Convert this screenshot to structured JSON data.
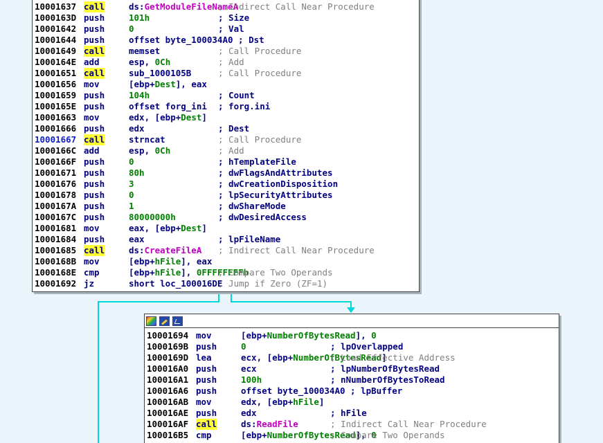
{
  "colors": {
    "background": "#eaf6fb",
    "address": "#000000",
    "xref_address": "#1020c0",
    "mnemonic": "#000080",
    "call_highlight": "#ffff33",
    "api_name": "#c000c0",
    "number": "#008000",
    "stack_var": "#008000",
    "comment": "#808080",
    "edge": "#00d8d8"
  },
  "block1": {
    "lines": [
      {
        "addr": "10001637",
        "mn": "call",
        "op": "ds:GetModuleFileNameA",
        "cmt": "; Indirect Call Near Procedure",
        "cmt_gray": true
      },
      {
        "addr": "1000163D",
        "mn": "push",
        "op": "101h",
        "cmt": "; Size",
        "cmt_gray": false
      },
      {
        "addr": "10001642",
        "mn": "push",
        "op": "0",
        "cmt": "; Val",
        "cmt_gray": false
      },
      {
        "addr": "10001644",
        "mn": "push",
        "op": "offset byte_100034A0 ; Dst",
        "cmt": "",
        "cmt_gray": false
      },
      {
        "addr": "10001649",
        "mn": "call",
        "op": "memset",
        "cmt": "; Call Procedure",
        "cmt_gray": true
      },
      {
        "addr": "1000164E",
        "mn": "add",
        "op": "esp, 0Ch",
        "cmt": "; Add",
        "cmt_gray": true
      },
      {
        "addr": "10001651",
        "mn": "call",
        "op": "sub_1000105B",
        "cmt": "; Call Procedure",
        "cmt_gray": true
      },
      {
        "addr": "10001656",
        "mn": "mov",
        "op": "[ebp+Dest], eax",
        "cmt": "",
        "cmt_gray": false
      },
      {
        "addr": "10001659",
        "mn": "push",
        "op": "104h",
        "cmt": "; Count",
        "cmt_gray": false
      },
      {
        "addr": "1000165E",
        "mn": "push",
        "op": "offset forg_ini",
        "cmt": "; forg.ini",
        "cmt_gray": false
      },
      {
        "addr": "10001663",
        "mn": "mov",
        "op": "edx, [ebp+Dest]",
        "cmt": "",
        "cmt_gray": false
      },
      {
        "addr": "10001666",
        "mn": "push",
        "op": "edx",
        "cmt": "; Dest",
        "cmt_gray": false
      },
      {
        "addr": "10001667",
        "mn": "call",
        "op": "strncat",
        "cmt": "; Call Procedure",
        "cmt_gray": true,
        "xref": true
      },
      {
        "addr": "1000166C",
        "mn": "add",
        "op": "esp, 0Ch",
        "cmt": "; Add",
        "cmt_gray": true
      },
      {
        "addr": "1000166F",
        "mn": "push",
        "op": "0",
        "cmt": "; hTemplateFile",
        "cmt_gray": false
      },
      {
        "addr": "10001671",
        "mn": "push",
        "op": "80h",
        "cmt": "; dwFlagsAndAttributes",
        "cmt_gray": false
      },
      {
        "addr": "10001676",
        "mn": "push",
        "op": "3",
        "cmt": "; dwCreationDisposition",
        "cmt_gray": false
      },
      {
        "addr": "10001678",
        "mn": "push",
        "op": "0",
        "cmt": "; lpSecurityAttributes",
        "cmt_gray": false
      },
      {
        "addr": "1000167A",
        "mn": "push",
        "op": "1",
        "cmt": "; dwShareMode",
        "cmt_gray": false
      },
      {
        "addr": "1000167C",
        "mn": "push",
        "op": "80000000h",
        "cmt": "; dwDesiredAccess",
        "cmt_gray": false
      },
      {
        "addr": "10001681",
        "mn": "mov",
        "op": "eax, [ebp+Dest]",
        "cmt": "",
        "cmt_gray": false
      },
      {
        "addr": "10001684",
        "mn": "push",
        "op": "eax",
        "cmt": "; lpFileName",
        "cmt_gray": false
      },
      {
        "addr": "10001685",
        "mn": "call",
        "op": "ds:CreateFileA",
        "cmt": "; Indirect Call Near Procedure",
        "cmt_gray": true
      },
      {
        "addr": "1000168B",
        "mn": "mov",
        "op": "[ebp+hFile], eax",
        "cmt": "",
        "cmt_gray": false
      },
      {
        "addr": "1000168E",
        "mn": "cmp",
        "op": "[ebp+hFile], 0FFFFFFFFh",
        "cmt": "; Compare Two Operands",
        "cmt_gray": true
      },
      {
        "addr": "10001692",
        "mn": "jz",
        "op": "short loc_100016DE",
        "cmt": "; Jump if Zero (ZF=1)",
        "cmt_gray": true
      }
    ]
  },
  "block2": {
    "lines": [
      {
        "addr": "10001694",
        "mn": "mov",
        "op": "[ebp+NumberOfBytesRead], 0",
        "cmt": "",
        "cmt_gray": false
      },
      {
        "addr": "1000169B",
        "mn": "push",
        "op": "0",
        "cmt": "; lpOverlapped",
        "cmt_gray": false
      },
      {
        "addr": "1000169D",
        "mn": "lea",
        "op": "ecx, [ebp+NumberOfBytesRead]",
        "cmt": "; Load Effective Address",
        "cmt_gray": true
      },
      {
        "addr": "100016A0",
        "mn": "push",
        "op": "ecx",
        "cmt": "; lpNumberOfBytesRead",
        "cmt_gray": false
      },
      {
        "addr": "100016A1",
        "mn": "push",
        "op": "100h",
        "cmt": "; nNumberOfBytesToRead",
        "cmt_gray": false
      },
      {
        "addr": "100016A6",
        "mn": "push",
        "op": "offset byte_100034A0 ; lpBuffer",
        "cmt": "",
        "cmt_gray": false
      },
      {
        "addr": "100016AB",
        "mn": "mov",
        "op": "edx, [ebp+hFile]",
        "cmt": "",
        "cmt_gray": false
      },
      {
        "addr": "100016AE",
        "mn": "push",
        "op": "edx",
        "cmt": "; hFile",
        "cmt_gray": false
      },
      {
        "addr": "100016AF",
        "mn": "call",
        "op": "ds:ReadFile",
        "cmt": "; Indirect Call Near Procedure",
        "cmt_gray": true
      },
      {
        "addr": "100016B5",
        "mn": "cmp",
        "op": "[ebp+NumberOfBytesRead], 0",
        "cmt": "; Compare Two Operands",
        "cmt_gray": true
      }
    ]
  }
}
